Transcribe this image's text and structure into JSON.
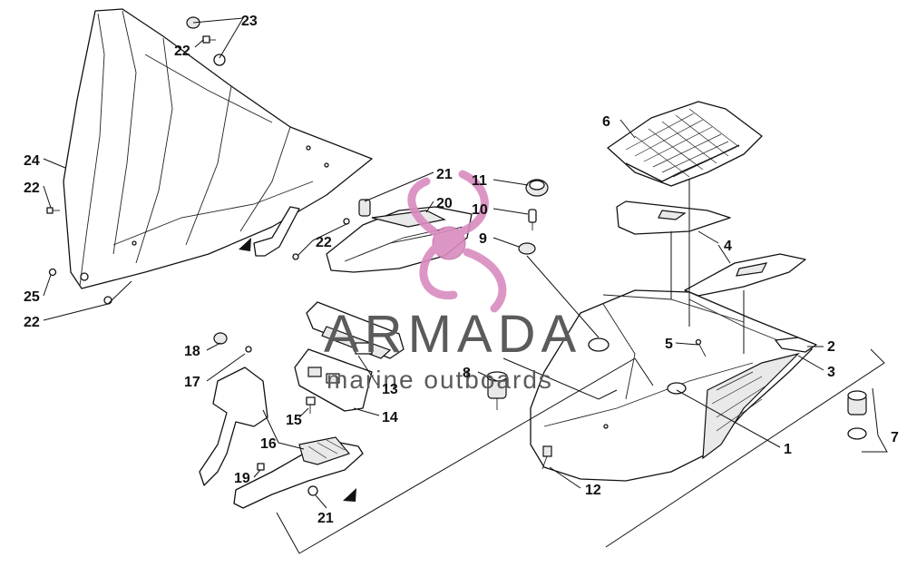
{
  "watermark": {
    "brand": "ARMADA",
    "tagline": "marine outboards",
    "accent_color": "#d98bbf",
    "text_color": "#5b5b5b"
  },
  "callouts": [
    "1",
    "2",
    "3",
    "4",
    "5",
    "6",
    "7",
    "8",
    "9",
    "10",
    "11",
    "12",
    "13",
    "14",
    "15",
    "16",
    "17",
    "18",
    "19",
    "20",
    "21",
    "22",
    "23",
    "24",
    "25"
  ],
  "callout_labels": {
    "c1": "1",
    "c2": "2",
    "c3": "3",
    "c4": "4",
    "c5": "5",
    "c6": "6",
    "c7": "7",
    "c8": "8",
    "c9": "9",
    "c10": "10",
    "c11": "11",
    "c12": "12",
    "c13": "13",
    "c14": "14",
    "c15": "15",
    "c16": "16",
    "c17": "17",
    "c18": "18",
    "c19": "19",
    "c20": "20",
    "c21a": "21",
    "c21b": "21",
    "c22a": "22",
    "c22b": "22",
    "c22c": "22",
    "c22d": "22",
    "c23": "23",
    "c24": "24",
    "c25": "25"
  }
}
